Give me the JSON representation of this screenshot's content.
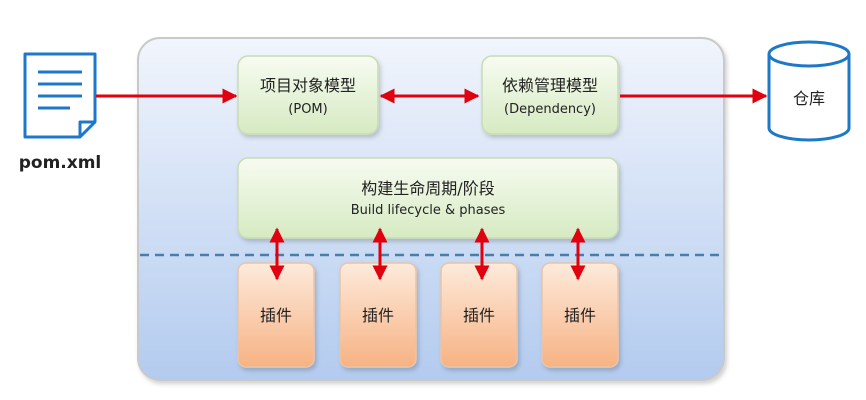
{
  "pom_file": {
    "label": "pom.xml",
    "icon": "document-icon"
  },
  "repository": {
    "label": "仓库",
    "icon": "database-cylinder-icon"
  },
  "project_model": {
    "title": "项目对象模型",
    "subtitle": "(POM)"
  },
  "dependency_model": {
    "title": "依赖管理模型",
    "subtitle": "(Dependency)"
  },
  "lifecycle": {
    "title": "构建生命周期/阶段",
    "subtitle": "Build lifecycle & phases"
  },
  "plugins": [
    {
      "label": "插件"
    },
    {
      "label": "插件"
    },
    {
      "label": "插件"
    },
    {
      "label": "插件"
    }
  ],
  "colors": {
    "arrow": "#e0000f",
    "icon_stroke": "#1e78c8",
    "dashed_line": "#4a7ea8",
    "green_box_top": "#f6fbef",
    "green_box_bottom": "#d8ecc4",
    "orange_box_top": "#fde8d8",
    "orange_box_bottom": "#f8b98c",
    "container_top": "#eef3fb",
    "container_bottom": "#b6cdf0"
  }
}
